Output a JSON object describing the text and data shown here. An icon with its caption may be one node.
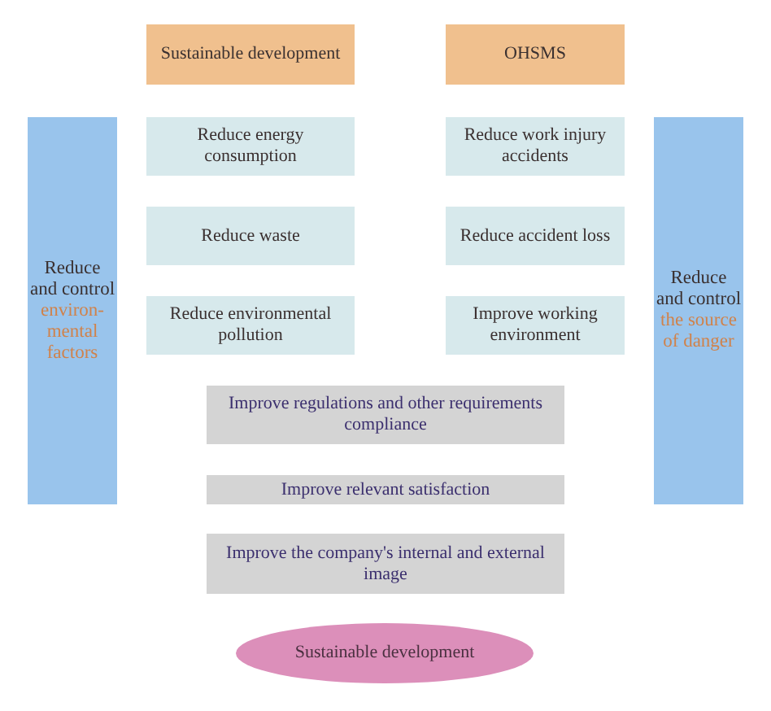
{
  "diagram": {
    "nodes": [
      {
        "text": [
          "Sustainable development"
        ]
      },
      {
        "text": [
          "OHSMS"
        ]
      },
      {
        "text": [
          "Reduce and control",
          "environ-mental factors"
        ]
      },
      {
        "text": [
          "Reduce energy consumption"
        ]
      },
      {
        "text": [
          "Reduce work injury accidents"
        ]
      },
      {
        "text": [
          "Reduce waste"
        ]
      },
      {
        "text": [
          "Reduce accident loss"
        ]
      },
      {
        "text": [
          "Reduce environmental pollution"
        ]
      },
      {
        "text": [
          "Improve working environment"
        ]
      },
      {
        "text": [
          "Reduce and control",
          "the source of danger"
        ]
      },
      {
        "text": [
          "Improve regulations and other requirements compliance"
        ]
      },
      {
        "text": [
          "Improve relevant satisfaction"
        ]
      },
      {
        "text": [
          "Improve the company's internal and external image"
        ]
      },
      {
        "text": [
          "Sustainable development"
        ]
      }
    ]
  }
}
